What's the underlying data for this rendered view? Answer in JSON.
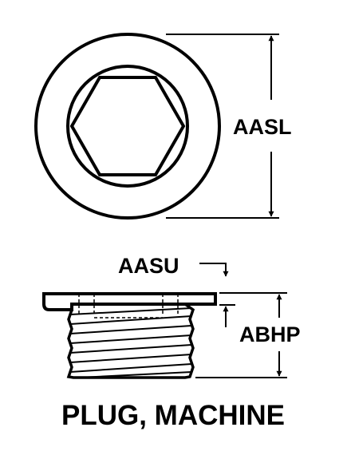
{
  "labels": {
    "top_dimension": "AASL",
    "flange_thickness": "AASU",
    "thread_height": "ABHP",
    "part_name": "PLUG, MACHINE"
  }
}
